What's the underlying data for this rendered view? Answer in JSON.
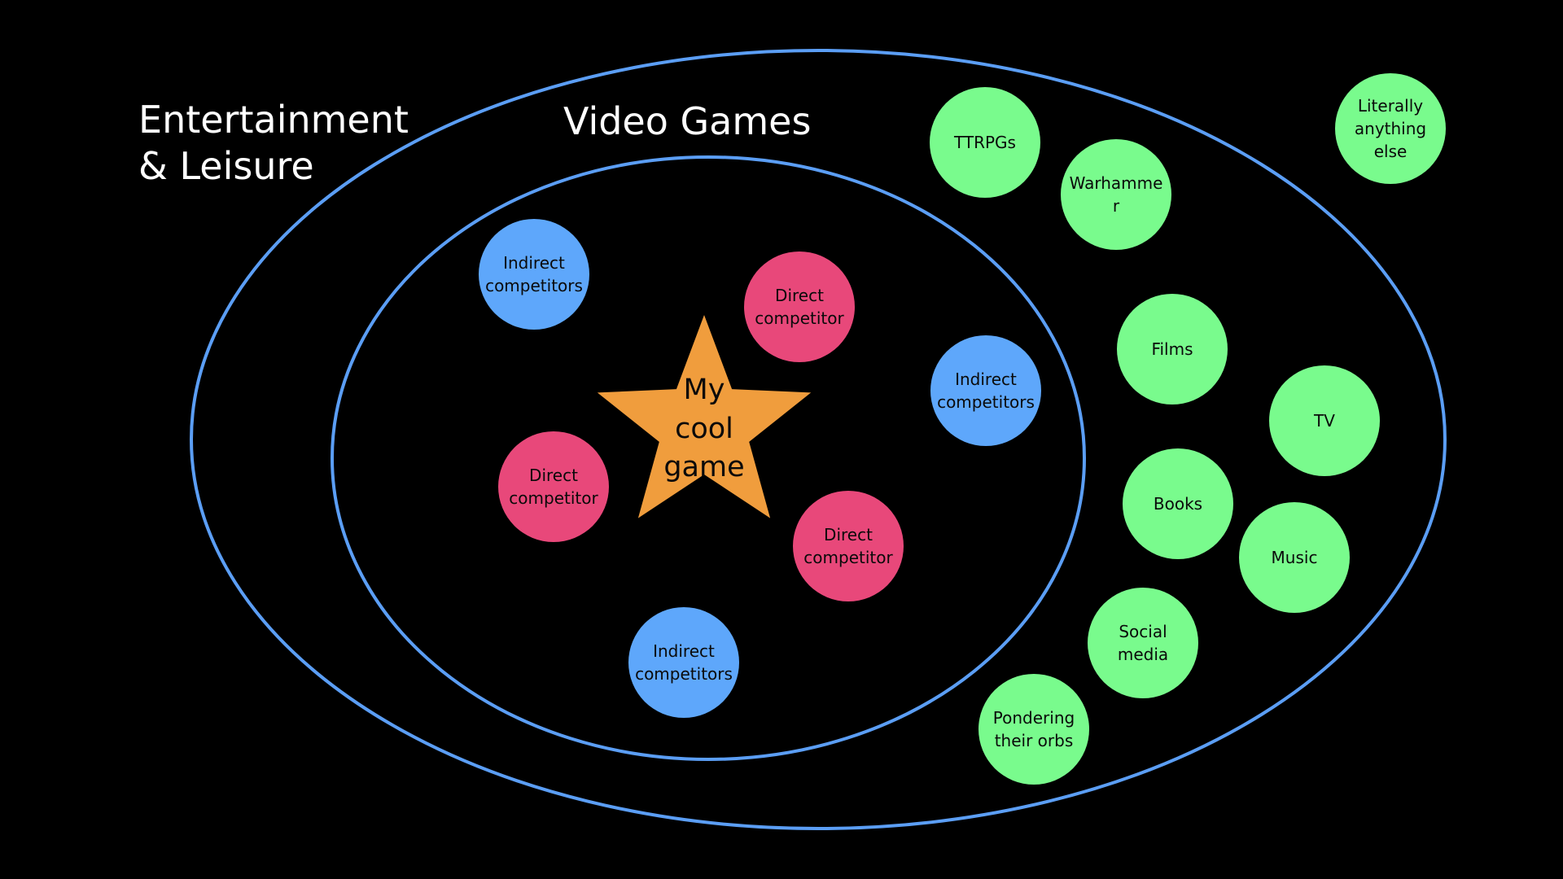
{
  "colors": {
    "background": "#000000",
    "ring": "#5b9ef5",
    "indirect": "#5ea7fb",
    "direct": "#e8487a",
    "other": "#79fb8d",
    "star": "#f09d3d",
    "heading": "#ffffff"
  },
  "labels": {
    "outer_line1": "Entertainment",
    "outer_line2": "& Leisure",
    "inner": "Video Games"
  },
  "star": {
    "lines": [
      "My",
      "cool",
      "game"
    ]
  },
  "bubbles": [
    {
      "kind": "indirect",
      "lines": [
        "Indirect",
        "competitors"
      ]
    },
    {
      "kind": "direct",
      "lines": [
        "Direct",
        "competitor"
      ]
    },
    {
      "kind": "indirect",
      "lines": [
        "Indirect",
        "competitors"
      ]
    },
    {
      "kind": "direct",
      "lines": [
        "Direct",
        "competitor"
      ]
    },
    {
      "kind": "direct",
      "lines": [
        "Direct",
        "competitor"
      ]
    },
    {
      "kind": "indirect",
      "lines": [
        "Indirect",
        "competitors"
      ]
    },
    {
      "kind": "other",
      "lines": [
        "TTRPGs"
      ]
    },
    {
      "kind": "other",
      "lines": [
        "Warhamme",
        "r"
      ]
    },
    {
      "kind": "other",
      "lines": [
        "Literally",
        "anything",
        "else"
      ]
    },
    {
      "kind": "other",
      "lines": [
        "Films"
      ]
    },
    {
      "kind": "other",
      "lines": [
        "TV"
      ]
    },
    {
      "kind": "other",
      "lines": [
        "Books"
      ]
    },
    {
      "kind": "other",
      "lines": [
        "Music"
      ]
    },
    {
      "kind": "other",
      "lines": [
        "Social",
        "media"
      ]
    },
    {
      "kind": "other",
      "lines": [
        "Pondering",
        "their orbs"
      ]
    }
  ]
}
